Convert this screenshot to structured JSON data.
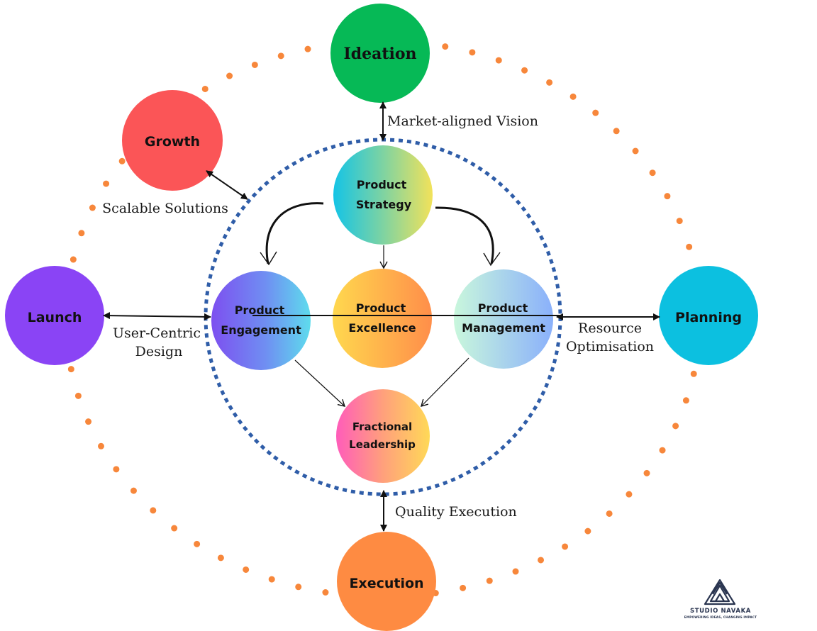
{
  "colors": {
    "outer_ring": "#f7873b",
    "inner_ring": "#2f5da8",
    "ideation": "#06b956",
    "growth": "#fb5557",
    "launch": "#8a44f5",
    "planning": "#0cc0e0",
    "execution": "#fe8b42"
  },
  "nodes": {
    "ideation": "Ideation",
    "growth": "Growth",
    "launch": "Launch",
    "planning": "Planning",
    "execution": "Execution",
    "strategy": {
      "line1": "Product",
      "line2": "Strategy"
    },
    "engagement": {
      "line1": "Product",
      "line2": "Engagement"
    },
    "excellence": {
      "line1": "Product",
      "line2": "Excellence"
    },
    "management": {
      "line1": "Product",
      "line2": "Management"
    },
    "fractional": {
      "line1": "Fractional",
      "line2": "Leadership"
    }
  },
  "edge_labels": {
    "market": "Market-aligned Vision",
    "scalable": "Scalable Solutions",
    "user_line1": "User-Centric",
    "user_line2": "Design",
    "resource_line1": "Resource",
    "resource_line2": "Optimisation",
    "quality": "Quality Execution"
  },
  "logo": {
    "name": "STUDIO NAVAKA",
    "tagline": "EMPOWERING IDEAS, CHANGING IMPACT"
  }
}
